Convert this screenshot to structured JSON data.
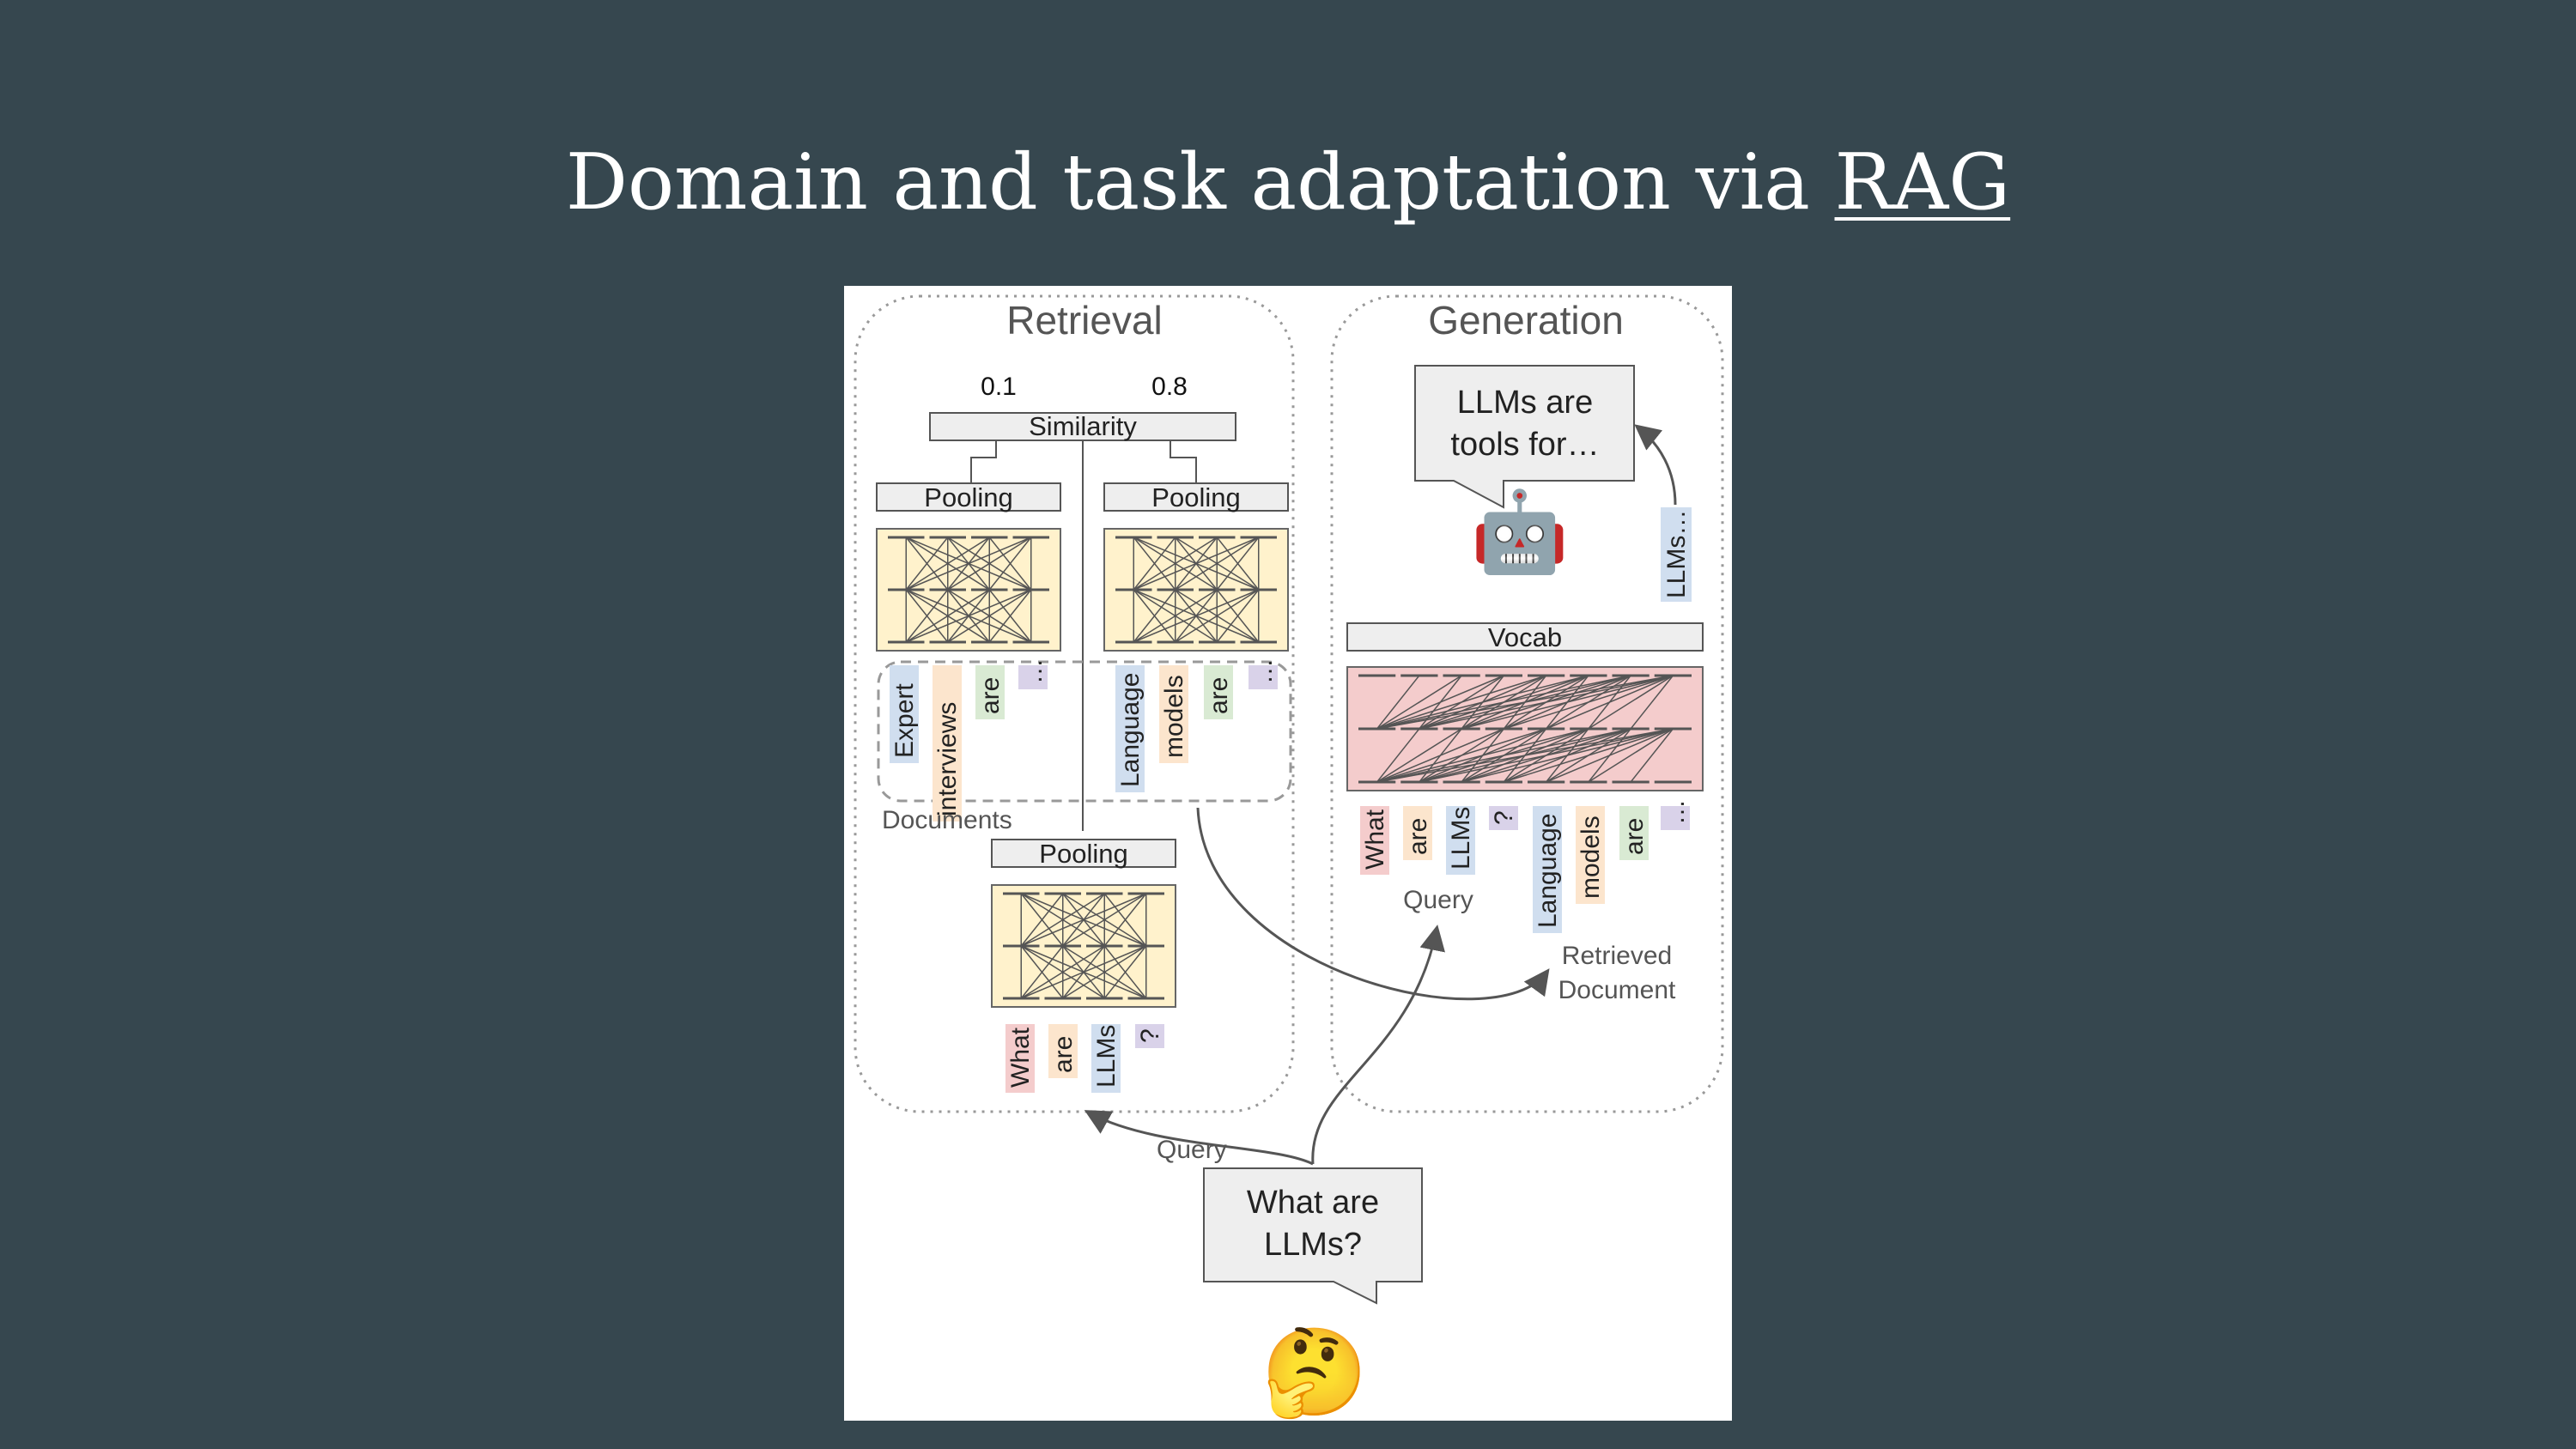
{
  "slide": {
    "title_prefix": "Domain and task adaptation via ",
    "title_link": "RAG"
  },
  "diagram": {
    "retrieval": {
      "heading": "Retrieval",
      "scores": [
        "0.1",
        "0.8"
      ],
      "similarity_label": "Similarity",
      "pooling_label": "Pooling",
      "documents_label": "Documents",
      "doc1_tokens": [
        "Expert",
        "interviews",
        "are",
        "…"
      ],
      "doc2_tokens": [
        "Language",
        "models",
        "are",
        "…"
      ],
      "query_tokens": [
        "What",
        "are",
        "LLMs",
        "?"
      ],
      "query_arrow_label": "Query"
    },
    "generation": {
      "heading": "Generation",
      "output_bubble_line1": "LLMs are",
      "output_bubble_line2": "tools for…",
      "output_token": "LLMs…",
      "vocab_label": "Vocab",
      "query_tokens": [
        "What",
        "are",
        "LLMs",
        "?"
      ],
      "doc_tokens": [
        "Language",
        "models",
        "are",
        "…"
      ],
      "query_label": "Query",
      "retrieved_label_line1": "Retrieved",
      "retrieved_label_line2": "Document"
    },
    "user_question_line1": "What are",
    "user_question_line2": "LLMs?",
    "robot_emoji": "🤖",
    "thinking_emoji": "🤔",
    "colors": {
      "token_red": "#f4cccc",
      "token_orange": "#fce5cd",
      "token_blue": "#d0deef",
      "token_green": "#d9ead3",
      "token_purple": "#d9d2e9",
      "encoder_fill": "#fff2cc",
      "decoder_fill": "#f4cccc"
    }
  }
}
